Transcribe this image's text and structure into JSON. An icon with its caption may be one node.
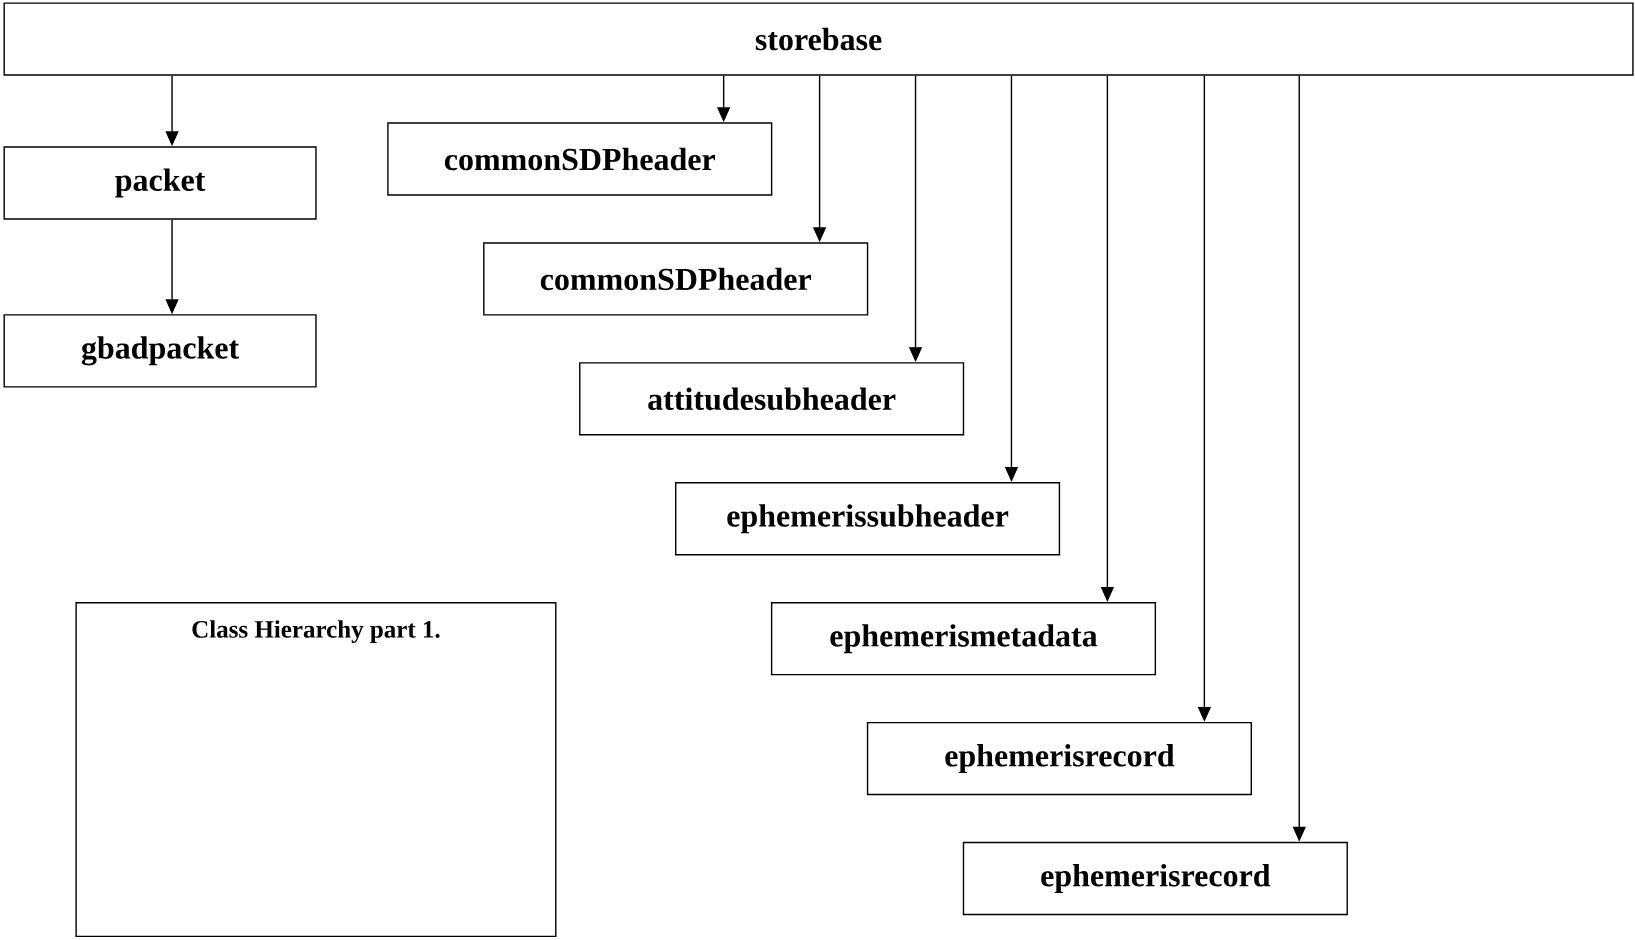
{
  "diagram": {
    "nodes": [
      {
        "text": [
          "storebase"
        ]
      },
      {
        "text": [
          "packet"
        ]
      },
      {
        "text": [
          "gbadpacket"
        ]
      },
      {
        "text": [
          "commonSDPheader"
        ]
      },
      {
        "text": [
          "commonSDPheader"
        ]
      },
      {
        "text": [
          "attitudesubheader"
        ]
      },
      {
        "text": [
          "ephemerissubheader"
        ]
      },
      {
        "text": [
          "ephemerismetadata"
        ]
      },
      {
        "text": [
          "ephemerisrecord"
        ]
      },
      {
        "text": [
          "ephemerisrecord"
        ]
      },
      {
        "text": [
          "Class Hierarchy part 1."
        ]
      }
    ],
    "edges": [
      {
        "from": 0,
        "to": 1,
        "arrow": "to"
      },
      {
        "from": 1,
        "to": 2,
        "arrow": "to"
      },
      {
        "from": 0,
        "to": 3,
        "arrow": "to"
      },
      {
        "from": 0,
        "to": 4,
        "arrow": "to"
      },
      {
        "from": 0,
        "to": 5,
        "arrow": "to"
      },
      {
        "from": 0,
        "to": 6,
        "arrow": "to"
      },
      {
        "from": 0,
        "to": 7,
        "arrow": "to"
      },
      {
        "from": 0,
        "to": 8,
        "arrow": "to"
      },
      {
        "from": 0,
        "to": 9,
        "arrow": "to"
      }
    ]
  }
}
